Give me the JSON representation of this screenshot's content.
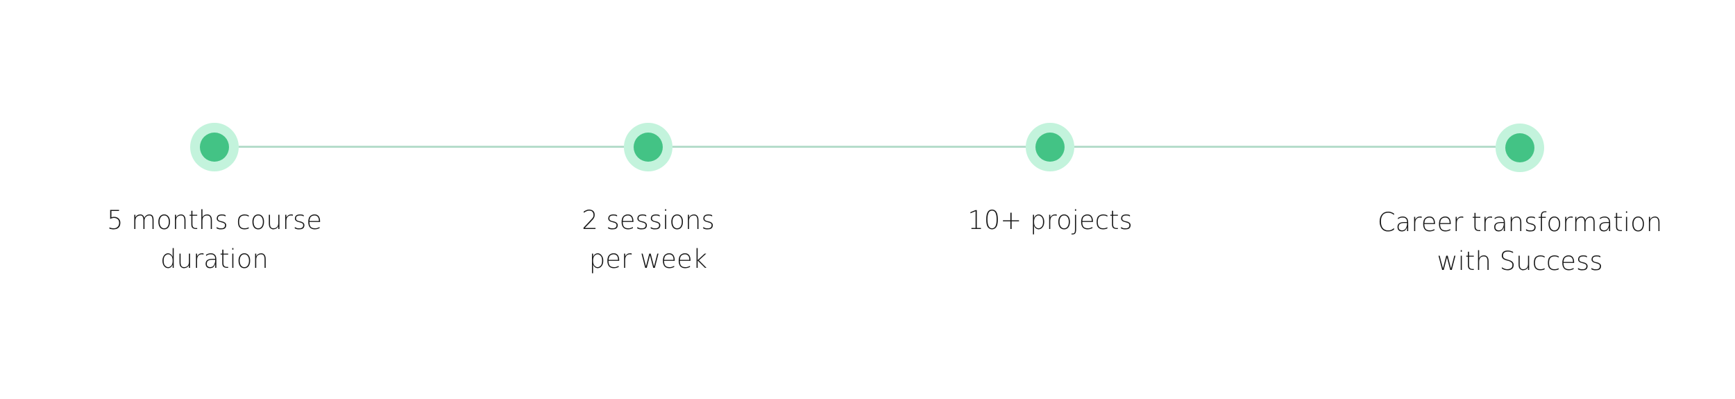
{
  "milestones": [
    {
      "line1": "5 months course",
      "line2": "duration"
    },
    {
      "line1": "2 sessions",
      "line2": "per week"
    },
    {
      "line1": "10+ projects",
      "line2": ""
    },
    {
      "line1": "Career transformation",
      "line2": "with Success"
    }
  ],
  "colors": {
    "dot": "#43c385",
    "halo": "#c3f3dc",
    "line": "#b5dccb"
  }
}
